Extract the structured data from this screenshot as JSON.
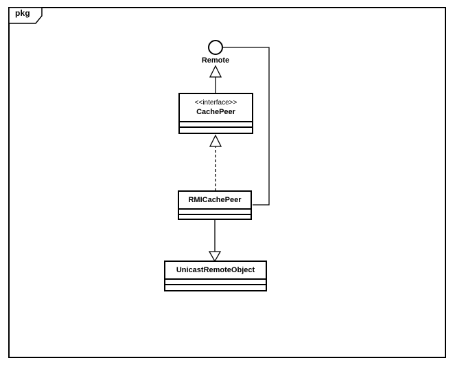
{
  "diagram": {
    "frame": {
      "label": "pkg"
    },
    "lollipop": {
      "label": "Remote"
    },
    "classes": [
      {
        "stereotype": "<<interface>>",
        "name": "CachePeer"
      },
      {
        "name": "RMICachePeer"
      },
      {
        "name": "UnicastRemoteObject"
      }
    ],
    "relationships": [
      {
        "from": "CachePeer",
        "to": "Remote",
        "type": "generalization",
        "line": "solid",
        "arrowhead": "hollow-triangle"
      },
      {
        "from": "RMICachePeer",
        "to": "CachePeer",
        "type": "realization",
        "line": "dashed",
        "arrowhead": "hollow-triangle"
      },
      {
        "from": "RMICachePeer",
        "to": "UnicastRemoteObject",
        "type": "generalization",
        "line": "solid",
        "arrowhead": "hollow-triangle"
      },
      {
        "from": "RMICachePeer",
        "to": "Remote",
        "type": "lollipop-interface-connection",
        "line": "solid",
        "arrowhead": "none"
      }
    ]
  },
  "colors": {
    "line": "#000000",
    "background": "#ffffff",
    "shape_fill": "#ffffff"
  }
}
